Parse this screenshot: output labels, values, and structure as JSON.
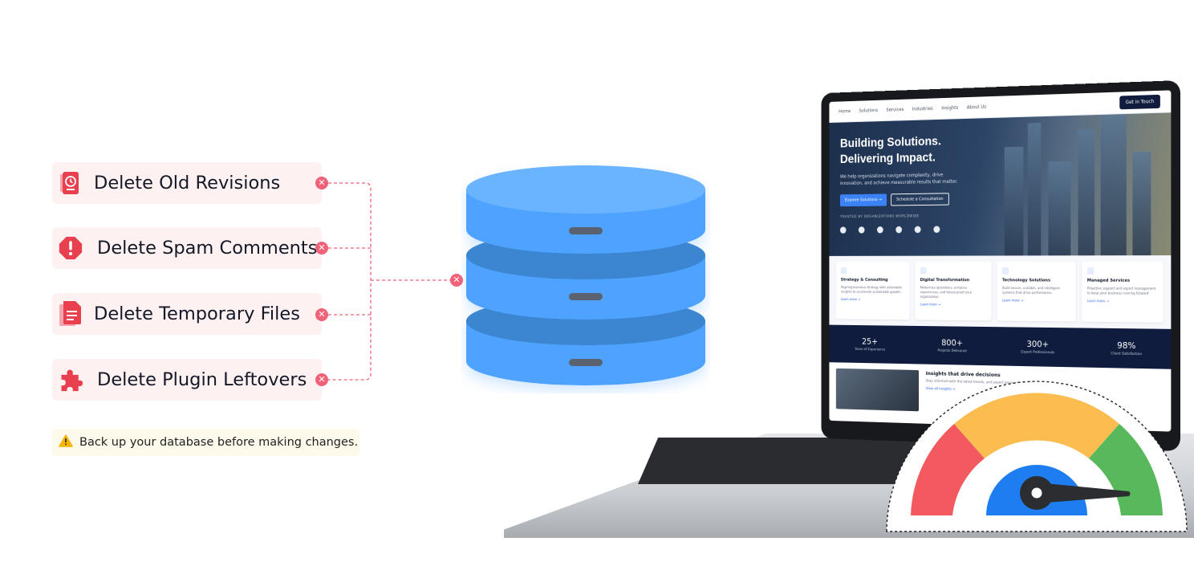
{
  "tasks": [
    {
      "label": "Delete Old Revisions",
      "icon": "revisions-document-icon"
    },
    {
      "label": "Delete Spam Comments",
      "icon": "alert-octagon-icon"
    },
    {
      "label": "Delete Temporary Files",
      "icon": "files-icon"
    },
    {
      "label": "Delete Plugin Leftovers",
      "icon": "puzzle-piece-icon"
    }
  ],
  "warning": {
    "text": "Back up your database before making changes.",
    "icon": "warning-triangle-icon"
  },
  "colors": {
    "accent_red": "#e8404f",
    "pill_bg": "#fdf1f1",
    "connector": "#f06278",
    "db_blue": "#4da3ff",
    "db_dark": "#3a85d1"
  },
  "laptop_site": {
    "nav": [
      "Home",
      "Solutions",
      "Services",
      "Industries",
      "Insights",
      "About Us"
    ],
    "cta": "Get in Touch",
    "hero_title_1": "Building Solutions.",
    "hero_title_2": "Delivering Impact.",
    "hero_text": "We help organizations navigate complexity, drive innovation, and achieve measurable results that matter.",
    "btn_primary": "Explore Solutions →",
    "btn_secondary": "Schedule a Consultation",
    "trusted": "TRUSTED BY ORGANIZATIONS WORLDWIDE",
    "cards": [
      {
        "title": "Strategy & Consulting",
        "desc": "Aligning business strategy with actionable insights to accelerate sustainable growth.",
        "link": "Learn more →"
      },
      {
        "title": "Digital Transformation",
        "desc": "Modernize operations, enhance experiences, and future-proof your organization.",
        "link": "Learn more →"
      },
      {
        "title": "Technology Solutions",
        "desc": "Build secure, scalable, and intelligent systems that drive performance.",
        "link": "Learn more →"
      },
      {
        "title": "Managed Services",
        "desc": "Proactive support and expert management to keep your business running forward.",
        "link": "Learn more →"
      }
    ],
    "stats": [
      {
        "value": "25+",
        "label": "Years of Experience"
      },
      {
        "value": "800+",
        "label": "Projects Delivered"
      },
      {
        "value": "300+",
        "label": "Expert Professionals"
      },
      {
        "value": "98%",
        "label": "Client Satisfaction"
      }
    ],
    "insights_title": "Insights that drive decisions",
    "insights_text": "Stay informed with the latest trends, and expert perspectives shaping the future.",
    "insights_link": "View all insights →"
  },
  "gauge": {
    "segments": [
      "#f25a5f",
      "#fbbd4f",
      "#58b85c"
    ],
    "center_color": "#1e7df0",
    "level": 0.92
  }
}
